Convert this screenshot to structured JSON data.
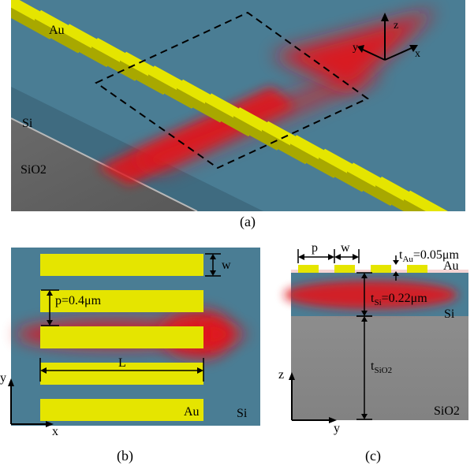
{
  "panel_a": {
    "caption": "(a)",
    "label_au": "Au",
    "label_si": "Si",
    "label_sio2": "SiO2",
    "axis_x": "x",
    "axis_y": "y",
    "axis_z": "z"
  },
  "panel_b": {
    "caption": "(b)",
    "label_w": "w",
    "label_p": "p=0.4μm",
    "label_L": "L",
    "label_au": "Au",
    "label_si": "Si",
    "axis_x": "x",
    "axis_y": "y"
  },
  "panel_c": {
    "caption": "(c)",
    "label_p": "p",
    "label_w": "w",
    "label_t": "t",
    "sub_au": "Au",
    "value_t_au": "=0.05μm",
    "label_au": "Au",
    "sub_si": "Si",
    "value_t_si": "=0.22μm",
    "label_si": "Si",
    "sub_sio2": "SiO2",
    "label_sio2": "SiO2",
    "axis_y": "y",
    "axis_z": "z"
  },
  "colors": {
    "silicon": "#4a7d94",
    "gold": "#e5e500",
    "gold_side": "#a8a800",
    "light_red": "#e0141c",
    "oxide": "#888888",
    "dashed_box": "#000000"
  }
}
